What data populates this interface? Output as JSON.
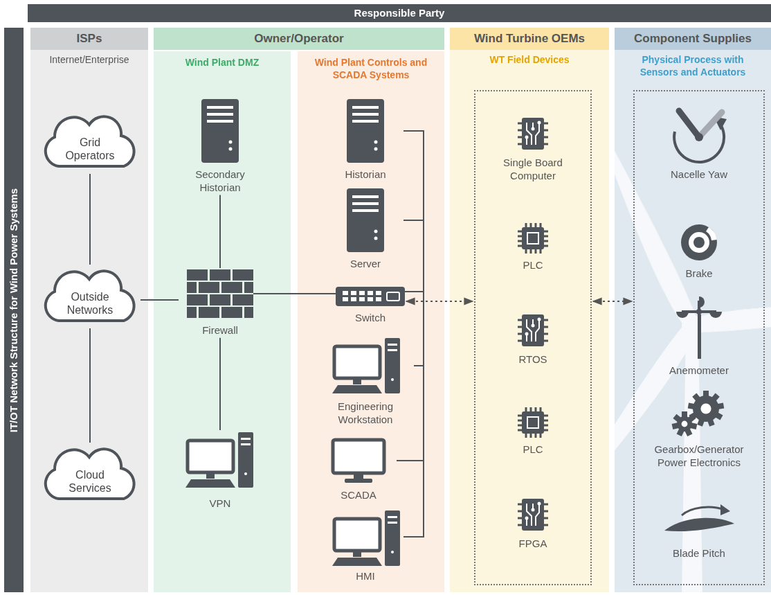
{
  "diagram": {
    "nodes": [
      {
        "text": [
          "Responsible Party"
        ]
      },
      {
        "text": [
          "IT/OT Network Structure for Wind Power Systems"
        ]
      },
      {
        "text": [
          "ISPs",
          "Internet/Enterprise"
        ]
      },
      {
        "text": [
          "Owner/Operator"
        ]
      },
      {
        "text": [
          "Wind Plant DMZ"
        ],
        "in": 3
      },
      {
        "text": [
          "Wind Plant Controls and SCADA Systems"
        ],
        "in": 3
      },
      {
        "text": [
          "Wind Turbine OEMs",
          "WT Field Devices"
        ]
      },
      {
        "text": [
          "Component Supplies",
          "Physical Process with Sensors and Actuators"
        ]
      },
      {
        "text": [
          "Grid Operators"
        ],
        "in": 2
      },
      {
        "text": [
          "Outside Networks"
        ],
        "in": 2
      },
      {
        "text": [
          "Cloud Services"
        ],
        "in": 2
      },
      {
        "text": [
          "Secondary Historian"
        ],
        "in": 4
      },
      {
        "text": [
          "Firewall"
        ],
        "in": 4
      },
      {
        "text": [
          "VPN"
        ],
        "in": 4
      },
      {
        "text": [
          "Historian"
        ],
        "in": 5
      },
      {
        "text": [
          "Server"
        ],
        "in": 5
      },
      {
        "text": [
          "Switch"
        ],
        "in": 5
      },
      {
        "text": [
          "Engineering Workstation"
        ],
        "in": 5
      },
      {
        "text": [
          "SCADA"
        ],
        "in": 5
      },
      {
        "text": [
          "HMI"
        ],
        "in": 5
      },
      {
        "text": [
          "Single Board Computer"
        ],
        "in": 6
      },
      {
        "text": [
          "PLC"
        ],
        "in": 6
      },
      {
        "text": [
          "RTOS"
        ],
        "in": 6
      },
      {
        "text": [
          "PLC"
        ],
        "in": 6
      },
      {
        "text": [
          "FPGA"
        ],
        "in": 6
      },
      {
        "text": [
          "Nacelle Yaw"
        ],
        "in": 7
      },
      {
        "text": [
          "Brake"
        ],
        "in": 7
      },
      {
        "text": [
          "Anemometer"
        ],
        "in": 7
      },
      {
        "text": [
          "Gearbox/Generator Power Electronics"
        ],
        "in": 7
      },
      {
        "text": [
          "Blade Pitch"
        ],
        "in": 7
      }
    ],
    "edges": [
      {
        "from": 8,
        "to": 9,
        "arrow": "none"
      },
      {
        "from": 9,
        "to": 10,
        "arrow": "none"
      },
      {
        "from": 9,
        "to": 12,
        "arrow": "none"
      },
      {
        "from": 11,
        "to": 12,
        "arrow": "none"
      },
      {
        "from": 12,
        "to": 13,
        "arrow": "none"
      },
      {
        "from": 12,
        "to": 16,
        "arrow": "none"
      },
      {
        "from": 14,
        "to": 16,
        "arrow": "none"
      },
      {
        "from": 15,
        "to": 16,
        "arrow": "none"
      },
      {
        "from": 16,
        "to": 17,
        "arrow": "none"
      },
      {
        "from": 16,
        "to": 18,
        "arrow": "none"
      },
      {
        "from": 16,
        "to": 19,
        "arrow": "none"
      },
      {
        "from": 16,
        "to": 6,
        "arrow": "both"
      },
      {
        "from": 6,
        "to": 7,
        "arrow": "both"
      }
    ]
  }
}
